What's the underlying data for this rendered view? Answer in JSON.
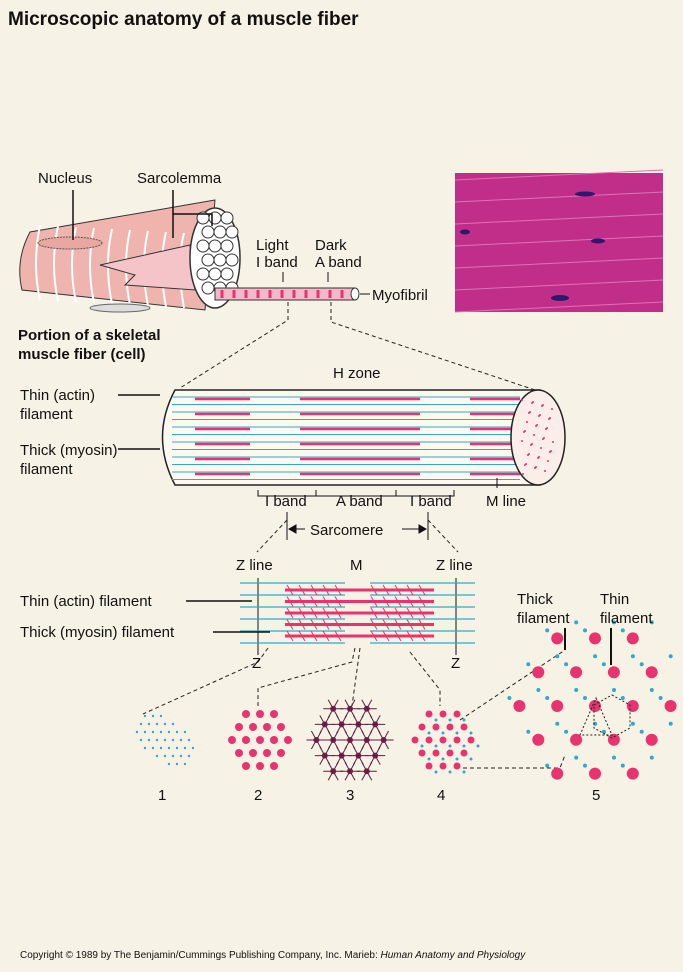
{
  "title": "Microscopic anatomy of a muscle fiber",
  "fiber": {
    "nucleus": "Nucleus",
    "sarcolemma": "Sarcolemma",
    "light_1": "Light",
    "light_2": "I band",
    "dark_1": "Dark",
    "dark_2": "A band",
    "myofibril": "Myofibril",
    "portion_1": "Portion of a skeletal",
    "portion_2": "muscle fiber (cell)"
  },
  "myofibril": {
    "h_zone": "H zone",
    "thin_1": "Thin (actin)",
    "thin_2": "filament",
    "thick_1": "Thick (myosin)",
    "thick_2": "filament",
    "i_band_left": "I band",
    "a_band": "A band",
    "i_band_right": "I band",
    "m_line": "M line",
    "sarcomere": "Sarcomere"
  },
  "sarcomere": {
    "z_line_left": "Z line",
    "m": "M",
    "z_line_right": "Z line",
    "thin": "Thin (actin) filament",
    "thick": "Thick (myosin) filament",
    "z_left": "Z",
    "z_right": "Z"
  },
  "cross_sections": {
    "labels": [
      "1",
      "2",
      "3",
      "4",
      "5"
    ],
    "thick_1": "Thick",
    "thick_2": "filament",
    "thin_1": "Thin",
    "thin_2": "filament"
  },
  "copyright_prefix": "Copyright © 1989 by The Benjamin/Cummings Publishing Company, Inc. Marieb: ",
  "copyright_book": "Human Anatomy and Physiology",
  "colors": {
    "pink": "#e8336f",
    "cyan": "#33a8c8",
    "flesh": "#f0b4ae",
    "micrograph": "#c02e8a"
  }
}
